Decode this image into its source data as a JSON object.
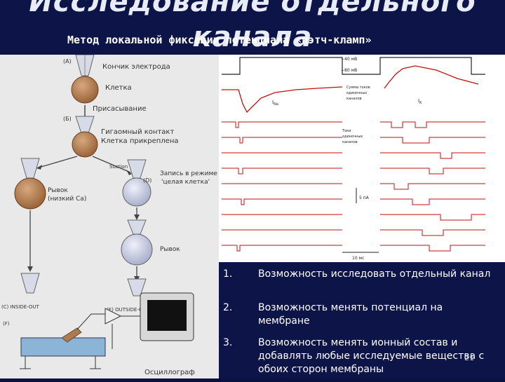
{
  "slide": {
    "title_line1": "Исследование отдельного",
    "title_line2": "канала",
    "subtitle": "Метод локальной фиксации потенциала «пэтч-кламп»",
    "page_number": "21"
  },
  "left_figure": {
    "labels": {
      "a": "(А)",
      "b": "(Б)",
      "electrode": "Кончик электрода",
      "cell": "Клетка",
      "suction_ru": "Присасывание",
      "gigaseal": "Гигаомный контакт",
      "cell_attached": "Клетка прикреплена",
      "suction": "Suction",
      "d": "(D)",
      "whole_cell_1": "Запись в режиме",
      "whole_cell_2": "'целая клетка'",
      "pull_1": "Рывок",
      "pull_2": "(низкий Ca)",
      "pull2": "Рывок",
      "c_inside_out": "(C) INSIDE-OUT",
      "e_outside_out": "(E) OUTSIDE-OUT",
      "f": "(F)",
      "oscilloscope": "Осциллограф"
    }
  },
  "right_figure": {
    "labels": {
      "v40": "−40 мВ",
      "v80": "−80 мВ",
      "sum_currents_1": "Сумма токов",
      "sum_currents_2": "одиночных",
      "sum_currents_3": "каналов",
      "ina": "I",
      "ina_sub": "Na",
      "ik": "I",
      "ik_sub": "K",
      "single_currents_1": "Токи",
      "single_currents_2": "одиночных",
      "single_currents_3": "каналов",
      "scale_current": "5 пА",
      "scale_time": "10 мс"
    }
  },
  "list": {
    "items": [
      {
        "num": "1.",
        "text": "Возможность исследовать отдельный канал"
      },
      {
        "num": "2.",
        "text": "Возможность менять потенциал на мембране"
      },
      {
        "num": "3.",
        "text": "Возможность менять ионный состав и добавлять любые исследуемые вещества с обоих сторон мембраны"
      }
    ]
  },
  "colors": {
    "background": "#0d1448",
    "cell_fill": "#b07a50",
    "trace_red": "#c01010"
  }
}
